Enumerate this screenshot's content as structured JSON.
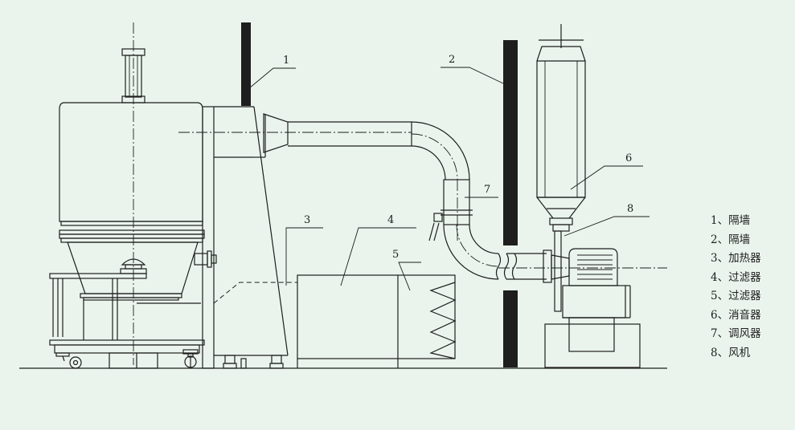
{
  "colors": {
    "background": "#eaf4ec",
    "ink": "#1e1e1e"
  },
  "callouts": [
    "1",
    "2",
    "3",
    "4",
    "5",
    "6",
    "7",
    "8"
  ],
  "legend": [
    {
      "label": "1、隔墙"
    },
    {
      "label": "2、隔墙"
    },
    {
      "label": "3、加热器"
    },
    {
      "label": "4、过滤器"
    },
    {
      "label": "5、过滤器"
    },
    {
      "label": "6、消音器"
    },
    {
      "label": "7、调风器"
    },
    {
      "label": "8、风机"
    }
  ]
}
